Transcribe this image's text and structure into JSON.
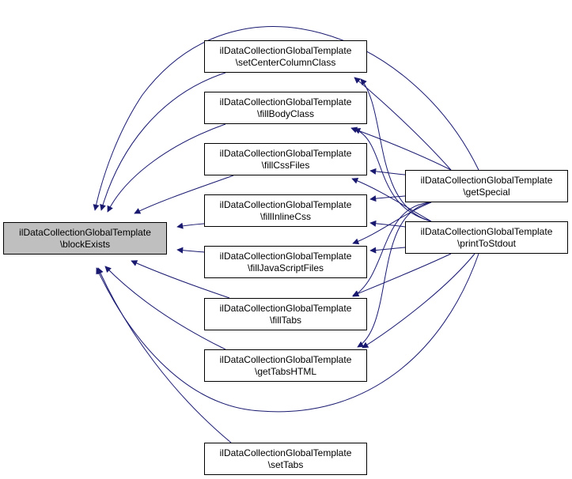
{
  "graph": {
    "type": "doxygen-caller-graph",
    "edge_color": "#191970",
    "focus_fill": "#bfbfbf",
    "nodes": [
      {
        "id": "blockExists",
        "line1": "ilDataCollectionGlobalTemplate",
        "line2": "\\blockExists",
        "focus": true
      },
      {
        "id": "setCenterColumnClass",
        "line1": "ilDataCollectionGlobalTemplate",
        "line2": "\\setCenterColumnClass"
      },
      {
        "id": "fillBodyClass",
        "line1": "ilDataCollectionGlobalTemplate",
        "line2": "\\fillBodyClass"
      },
      {
        "id": "fillCssFiles",
        "line1": "ilDataCollectionGlobalTemplate",
        "line2": "\\fillCssFiles"
      },
      {
        "id": "fillInlineCss",
        "line1": "ilDataCollectionGlobalTemplate",
        "line2": "\\fillInlineCss"
      },
      {
        "id": "fillJavaScriptFiles",
        "line1": "ilDataCollectionGlobalTemplate",
        "line2": "\\fillJavaScriptFiles"
      },
      {
        "id": "fillTabs",
        "line1": "ilDataCollectionGlobalTemplate",
        "line2": "\\fillTabs"
      },
      {
        "id": "getTabsHTML",
        "line1": "ilDataCollectionGlobalTemplate",
        "line2": "\\getTabsHTML"
      },
      {
        "id": "setTabs",
        "line1": "ilDataCollectionGlobalTemplate",
        "line2": "\\setTabs"
      },
      {
        "id": "getSpecial",
        "line1": "ilDataCollectionGlobalTemplate",
        "line2": "\\getSpecial"
      },
      {
        "id": "printToStdout",
        "line1": "ilDataCollectionGlobalTemplate",
        "line2": "\\printToStdout"
      }
    ],
    "edges": [
      {
        "from": "setCenterColumnClass",
        "to": "blockExists"
      },
      {
        "from": "fillBodyClass",
        "to": "blockExists"
      },
      {
        "from": "fillCssFiles",
        "to": "blockExists"
      },
      {
        "from": "fillInlineCss",
        "to": "blockExists"
      },
      {
        "from": "fillJavaScriptFiles",
        "to": "blockExists"
      },
      {
        "from": "fillTabs",
        "to": "blockExists"
      },
      {
        "from": "getTabsHTML",
        "to": "blockExists"
      },
      {
        "from": "setTabs",
        "to": "blockExists"
      },
      {
        "from": "getSpecial",
        "to": "blockExists"
      },
      {
        "from": "printToStdout",
        "to": "blockExists"
      },
      {
        "from": "getSpecial",
        "to": "setCenterColumnClass"
      },
      {
        "from": "printToStdout",
        "to": "setCenterColumnClass"
      },
      {
        "from": "getSpecial",
        "to": "fillBodyClass"
      },
      {
        "from": "printToStdout",
        "to": "fillBodyClass"
      },
      {
        "from": "getSpecial",
        "to": "fillCssFiles"
      },
      {
        "from": "printToStdout",
        "to": "fillCssFiles"
      },
      {
        "from": "getSpecial",
        "to": "fillInlineCss"
      },
      {
        "from": "printToStdout",
        "to": "fillInlineCss"
      },
      {
        "from": "getSpecial",
        "to": "fillJavaScriptFiles"
      },
      {
        "from": "printToStdout",
        "to": "fillJavaScriptFiles"
      },
      {
        "from": "getSpecial",
        "to": "fillTabs"
      },
      {
        "from": "printToStdout",
        "to": "fillTabs"
      },
      {
        "from": "getSpecial",
        "to": "getTabsHTML"
      },
      {
        "from": "printToStdout",
        "to": "getTabsHTML"
      }
    ]
  }
}
